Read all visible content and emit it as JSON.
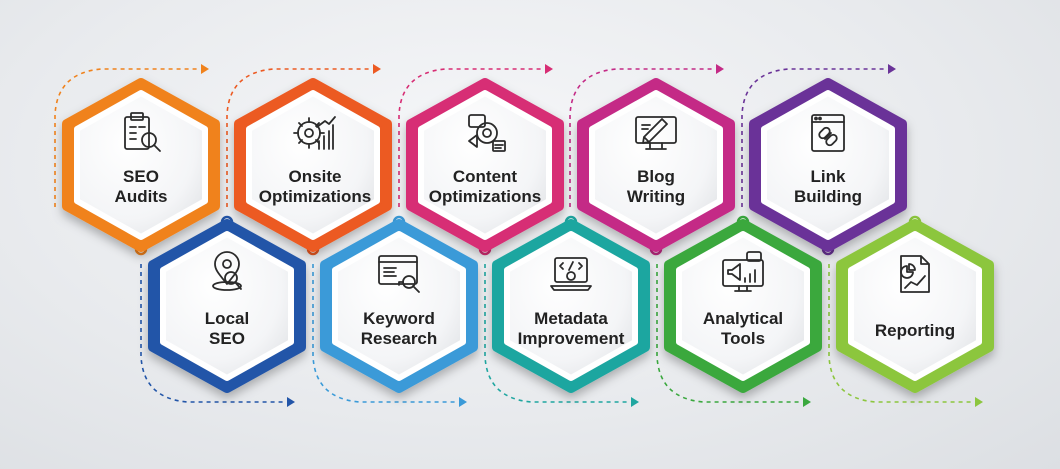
{
  "items": [
    {
      "icon": "clipboard-magnifier-icon",
      "color": "#f0821c",
      "lines": [
        "SEO",
        "Audits"
      ]
    },
    {
      "icon": "gear-chart-icon",
      "color": "#ec5a22",
      "lines": [
        "Onsite",
        "Optimizations"
      ]
    },
    {
      "icon": "content-gear-icon",
      "color": "#d72d74",
      "lines": [
        "Content",
        "Optimizations"
      ]
    },
    {
      "icon": "monitor-pencil-icon",
      "color": "#c42a86",
      "lines": [
        "Blog",
        "Writing"
      ]
    },
    {
      "icon": "browser-link-icon",
      "color": "#6a3398",
      "lines": [
        "Link",
        "Building"
      ]
    },
    {
      "icon": "location-pin-magnifier-icon",
      "color": "#2255a8",
      "lines": [
        "Local",
        "SEO"
      ]
    },
    {
      "icon": "browser-key-icon",
      "color": "#3a9ad8",
      "lines": [
        "Keyword",
        "Research"
      ]
    },
    {
      "icon": "laptop-code-gear-icon",
      "color": "#1fa6a0",
      "lines": [
        "Metadata",
        "Improvement"
      ]
    },
    {
      "icon": "monitor-megaphone-icon",
      "color": "#3aa83e",
      "lines": [
        "Analytical",
        "Tools"
      ]
    },
    {
      "icon": "report-chart-icon",
      "color": "#8cc63e",
      "lines": [
        "Reporting"
      ]
    }
  ]
}
